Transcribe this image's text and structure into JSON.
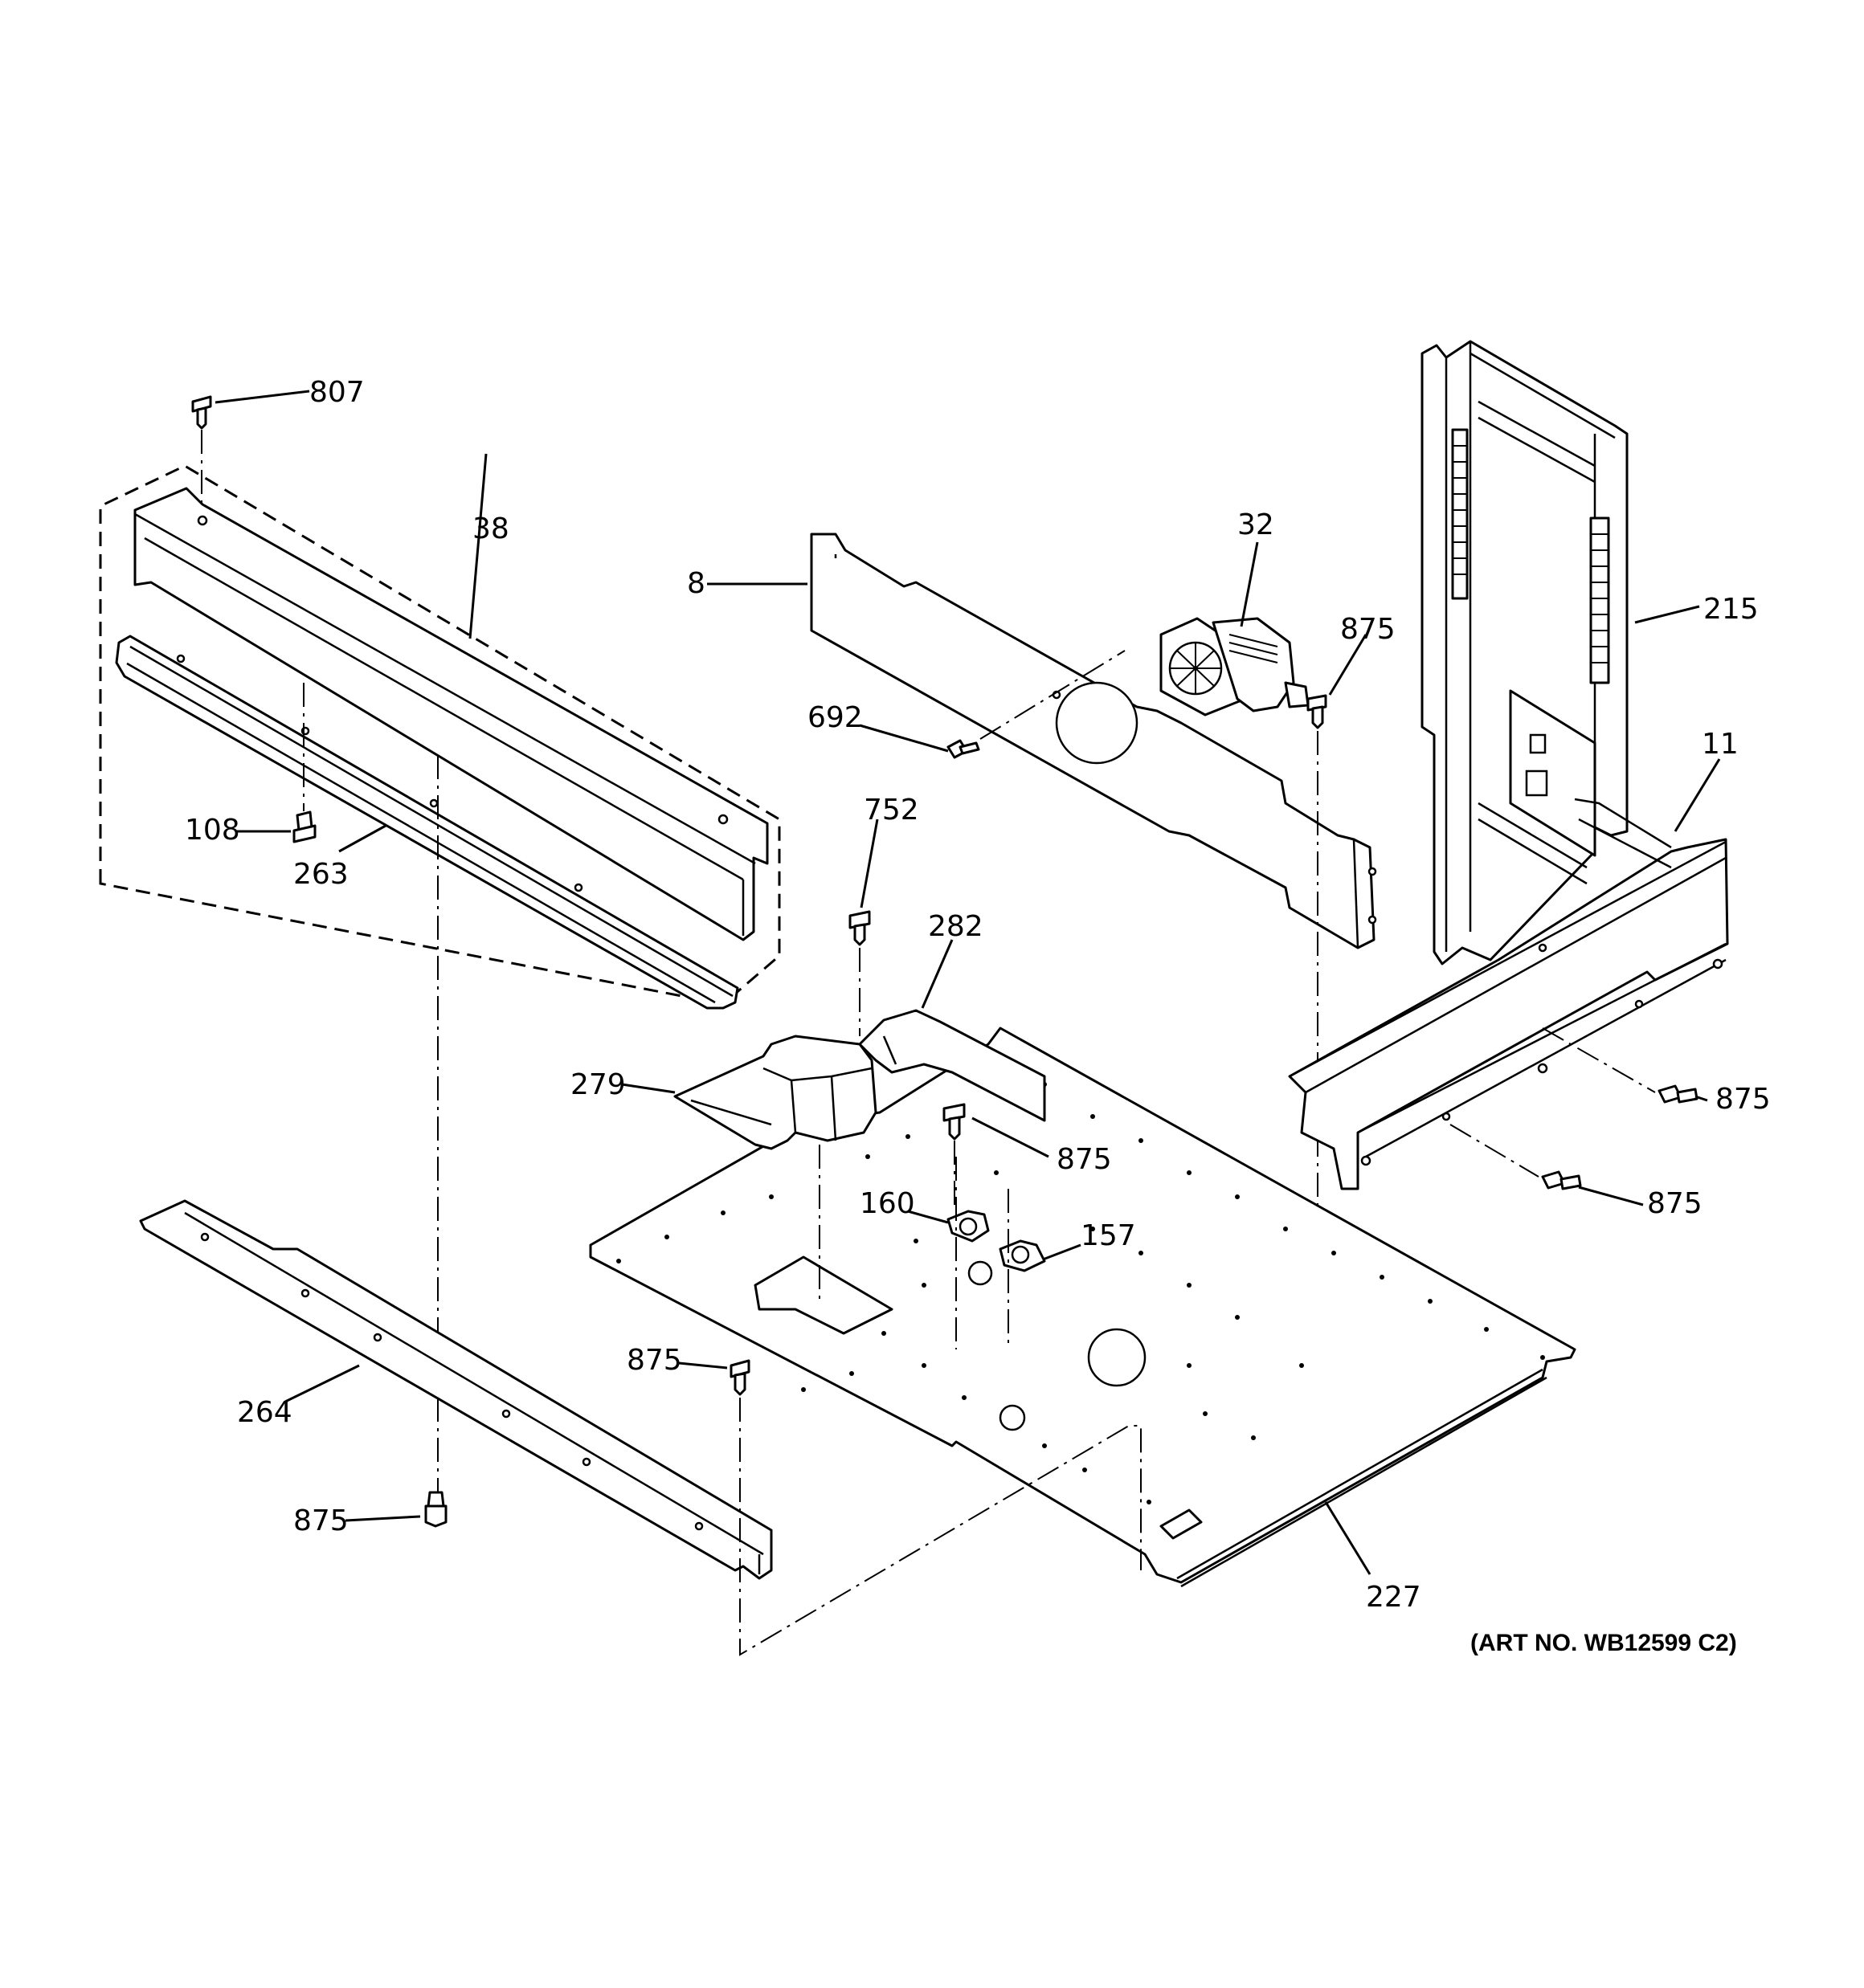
{
  "art_number": "(ART NO. WB12599 C2)",
  "callouts": {
    "c807": "807",
    "c38": "38",
    "c8": "8",
    "c32": "32",
    "c875_top": "875",
    "c215": "215",
    "c692": "692",
    "c11": "11",
    "c752": "752",
    "c282": "282",
    "c108": "108",
    "c263": "263",
    "c279": "279",
    "c875_mid": "875",
    "c875_right_upper": "875",
    "c875_right_lower": "875",
    "c160": "160",
    "c157": "157",
    "c875_lower": "875",
    "c264": "264",
    "c875_bottom_left": "875",
    "c227": "227"
  },
  "colors": {
    "line": "#000000",
    "background": "#ffffff"
  }
}
